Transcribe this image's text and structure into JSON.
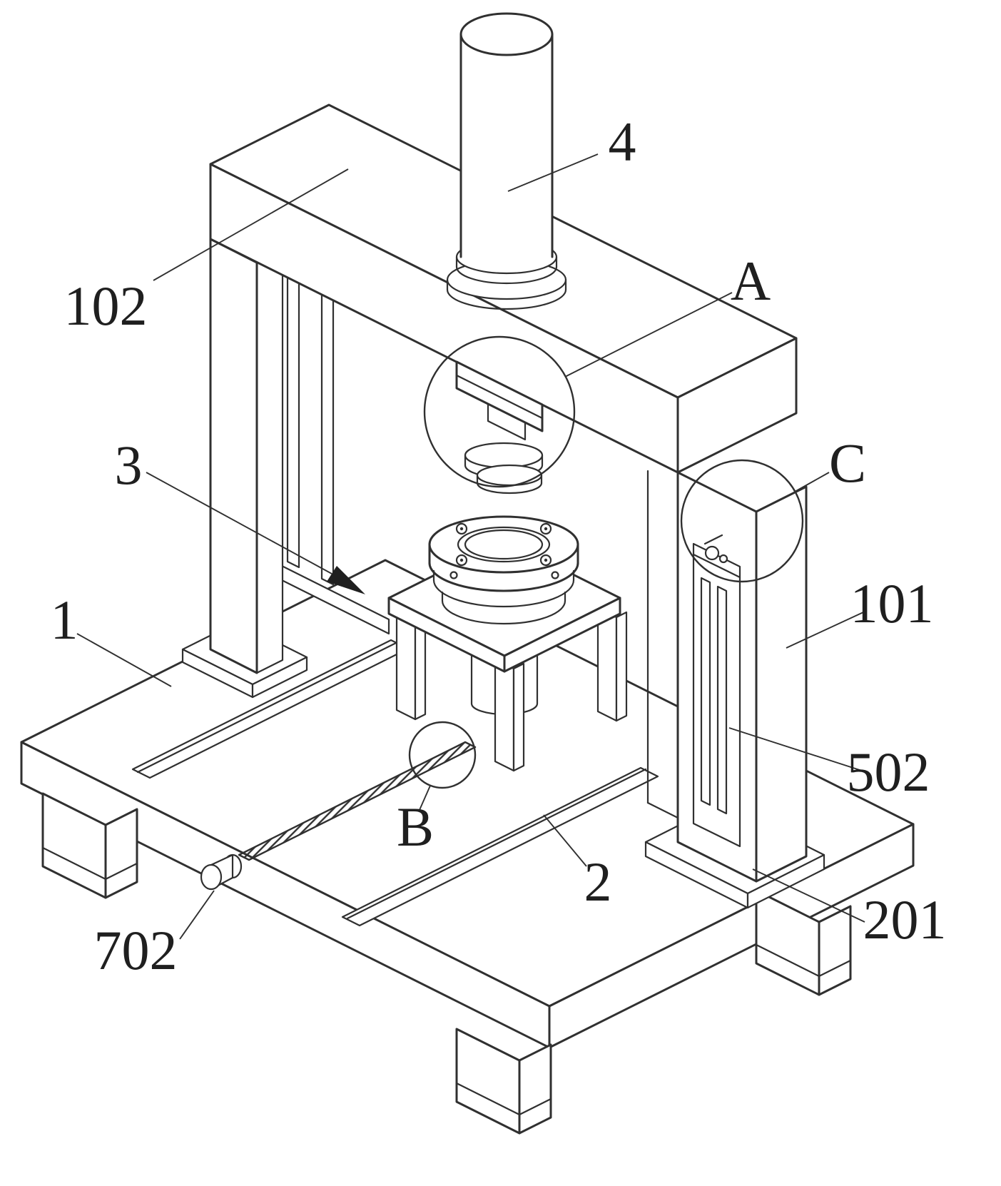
{
  "figure": {
    "type": "patent-line-drawing",
    "background": "#ffffff",
    "line_color": "#303030",
    "label_color": "#1f1f1f",
    "labels": {
      "n102": "102",
      "n4": "4",
      "a": "A",
      "n3": "3",
      "c": "C",
      "n1": "1",
      "n101": "101",
      "n502": "502",
      "b": "B",
      "n2": "2",
      "n201": "201",
      "n702": "702"
    }
  }
}
